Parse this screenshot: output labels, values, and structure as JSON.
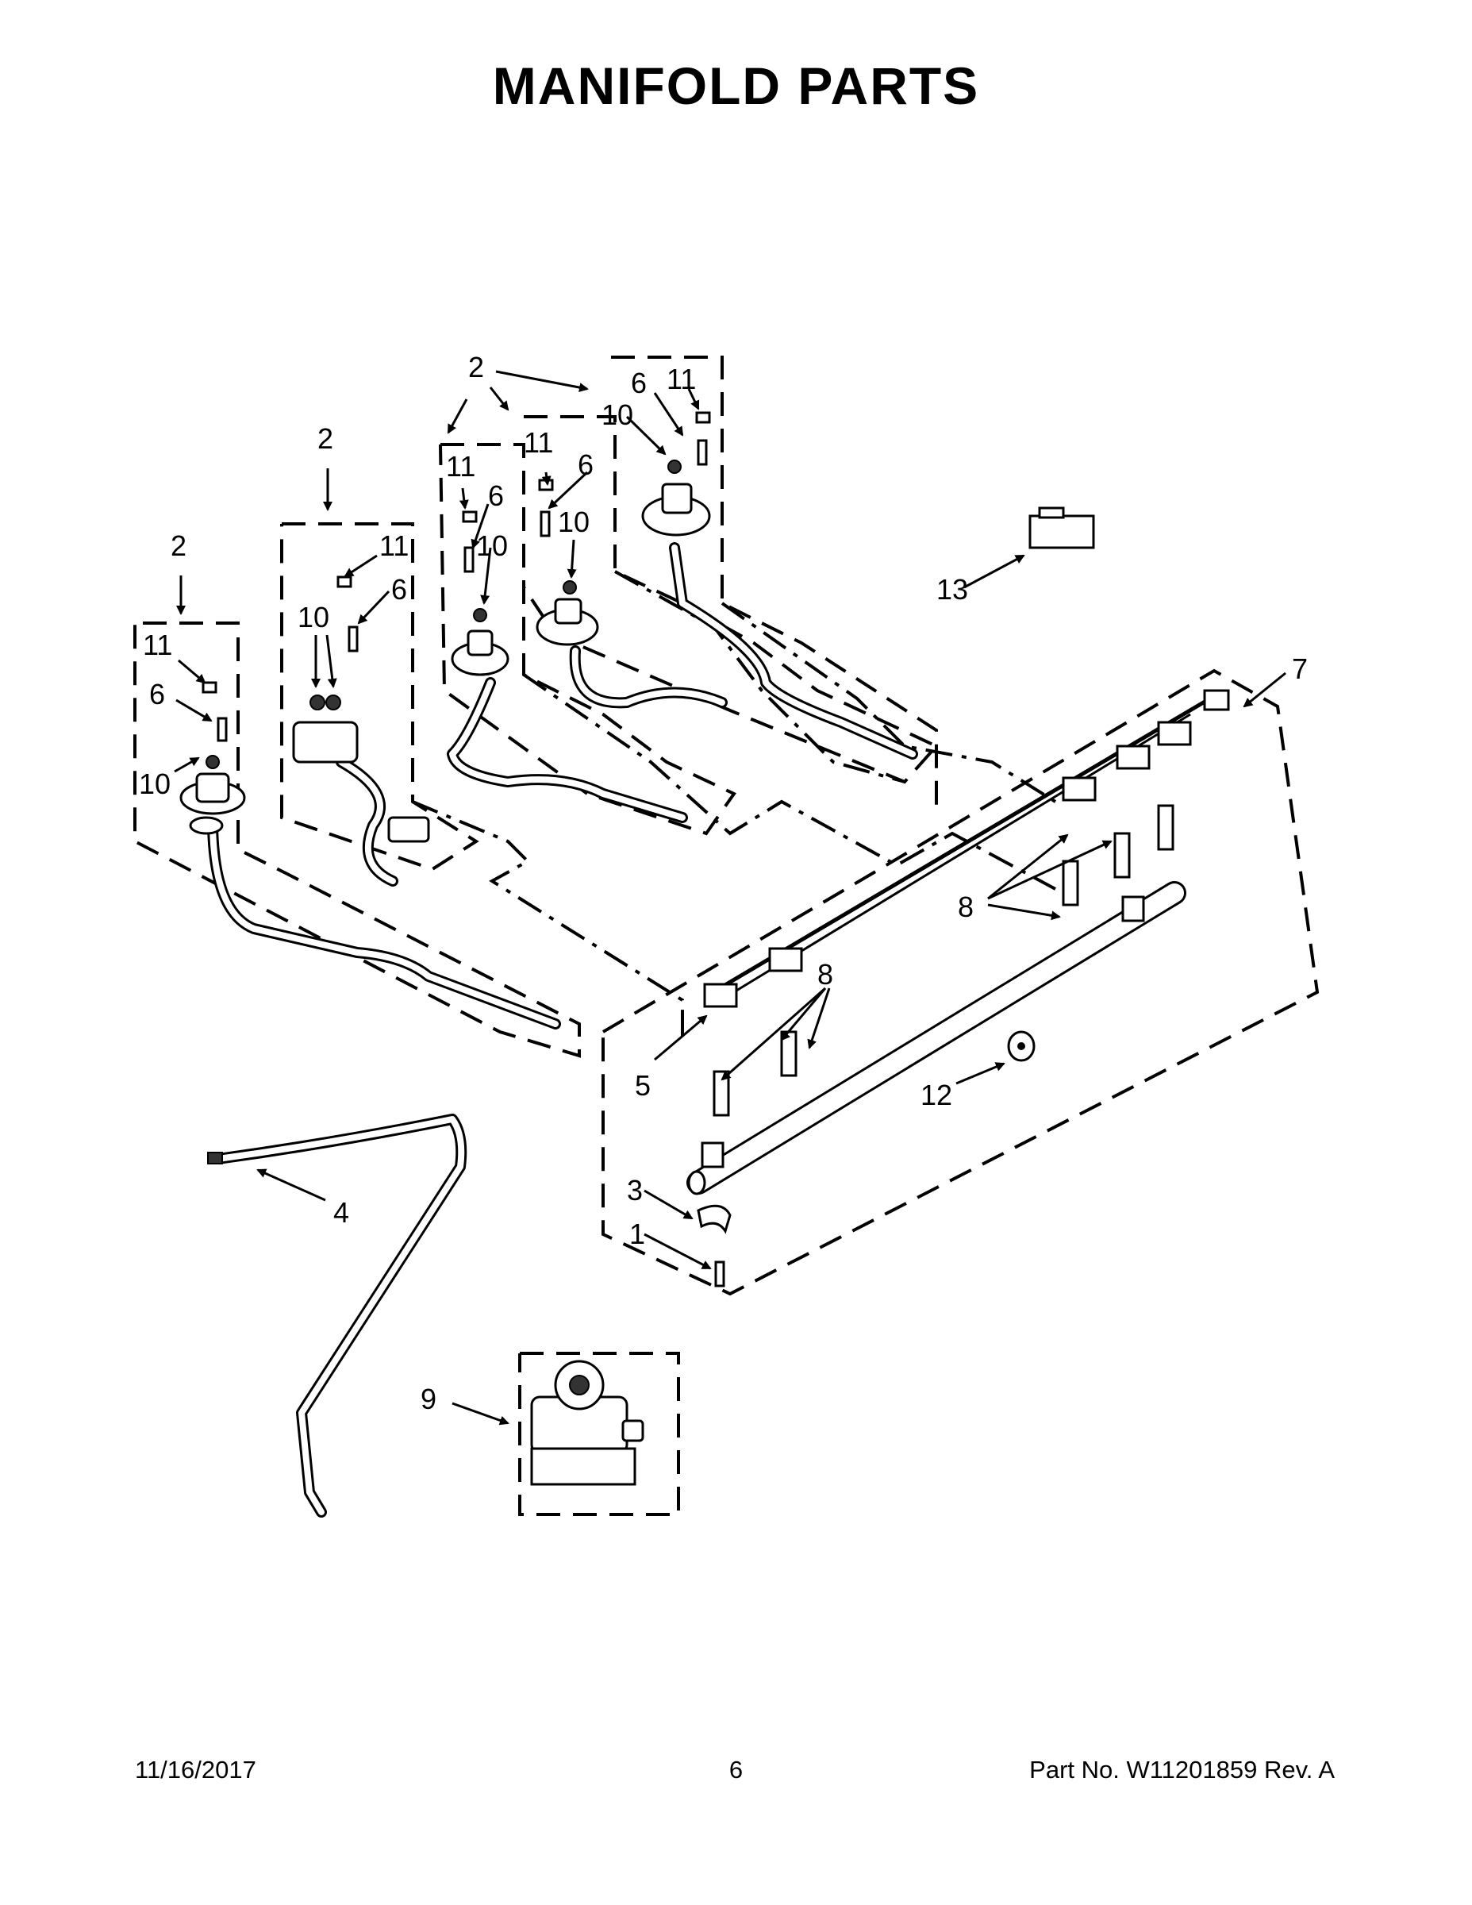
{
  "title": "MANIFOLD PARTS",
  "footer": {
    "date": "11/16/2017",
    "page": "6",
    "part_number": "Part No.  W11201859  Rev.  A"
  },
  "callouts": {
    "c1": "1",
    "c2a": "2",
    "c2b": "2",
    "c2c": "2",
    "c3": "3",
    "c4": "4",
    "c5": "5",
    "c6a": "6",
    "c6b": "6",
    "c6c": "6",
    "c6d": "6",
    "c6e": "6",
    "c7": "7",
    "c8a": "8",
    "c8b": "8",
    "c9": "9",
    "c10a": "10",
    "c10b": "10",
    "c10c": "10",
    "c10d": "10",
    "c10e": "10",
    "c11a": "11",
    "c11b": "11",
    "c11c": "11",
    "c11d": "11",
    "c11e": "11",
    "c12": "12",
    "c13": "13"
  }
}
